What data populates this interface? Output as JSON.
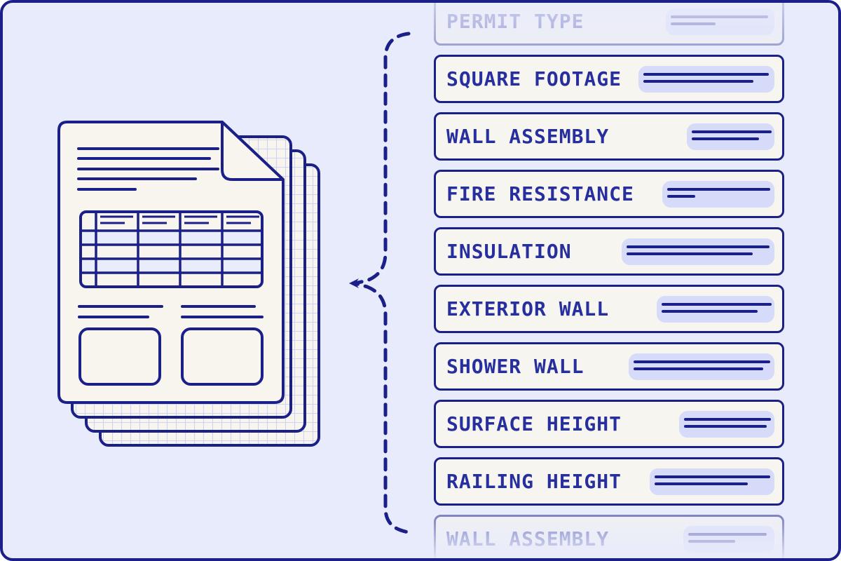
{
  "palette": {
    "navy": "#1b2088",
    "text_navy": "#272e9e",
    "canvas_bg": "#e8ebfb",
    "row_bg": "#f7f5ef",
    "pill_bg": "#d5dbf9",
    "page_bg": "#f7f5ee",
    "grid_line": "#c9cff3",
    "table_row_alt": "#e9ecfb"
  },
  "fields": {
    "items": [
      {
        "label": "PERMIT TYPE",
        "state": "faded-top",
        "pill_width": 155,
        "line_widths": [
          139,
          64
        ]
      },
      {
        "label": "SQUARE FOOTAGE",
        "state": "normal",
        "pill_width": 194,
        "line_widths": [
          179,
          157
        ]
      },
      {
        "label": "WALL ASSEMBLY",
        "state": "normal",
        "pill_width": 125,
        "line_widths": [
          114,
          96
        ]
      },
      {
        "label": "FIRE RESISTANCE",
        "state": "normal",
        "pill_width": 160,
        "line_widths": [
          147,
          40
        ]
      },
      {
        "label": "INSULATION",
        "state": "normal",
        "pill_width": 218,
        "line_widths": [
          204,
          180
        ]
      },
      {
        "label": "EXTERIOR WALL",
        "state": "normal",
        "pill_width": 168,
        "line_widths": [
          157,
          137
        ]
      },
      {
        "label": "SHOWER WALL",
        "state": "normal",
        "pill_width": 208,
        "line_widths": [
          195,
          185
        ]
      },
      {
        "label": "SURFACE HEIGHT",
        "state": "normal",
        "pill_width": 136,
        "line_widths": [
          124,
          118
        ]
      },
      {
        "label": "RAILING HEIGHT",
        "state": "normal",
        "pill_width": 178,
        "line_widths": [
          165,
          133
        ]
      },
      {
        "label": "WALL ASSEMBLY",
        "state": "faded-bottom",
        "pill_width": 130,
        "line_widths": [
          112,
          67
        ]
      }
    ]
  }
}
